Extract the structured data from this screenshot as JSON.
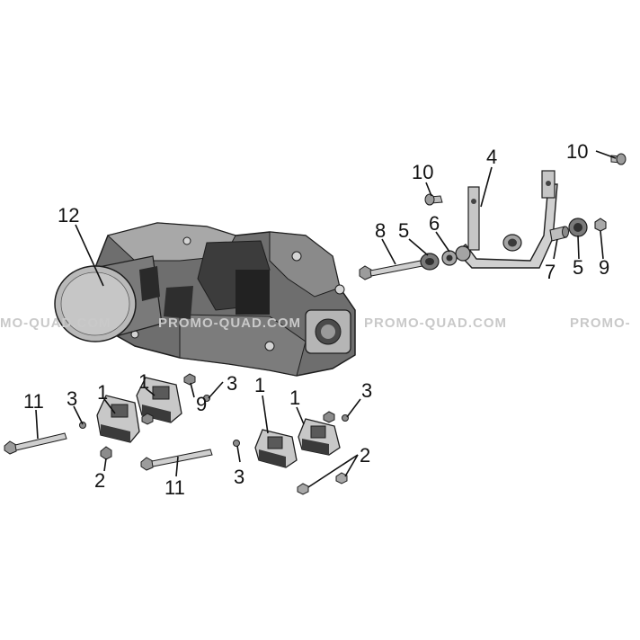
{
  "diagram": {
    "callouts": {
      "c1a": "1",
      "c1b": "1",
      "c1c": "1",
      "c1d": "1",
      "c2a": "2",
      "c2b": "2",
      "c3a": "3",
      "c3b": "3",
      "c3c": "3",
      "c3d": "3",
      "c4": "4",
      "c5a": "5",
      "c5b": "5",
      "c6": "6",
      "c7": "7",
      "c8": "8",
      "c9a": "9",
      "c9b": "9",
      "c10a": "10",
      "c10b": "10",
      "c11a": "11",
      "c11b": "11",
      "c12": "12"
    },
    "watermark": {
      "w1": "MO-QUAD.COM",
      "w2": "PROMO-QUAD.COM",
      "w3": "PROMO-QUAD.COM",
      "w4": "PROMO-"
    },
    "colors": {
      "part_light": "#d4d4d4",
      "part_mid": "#9a9a9a",
      "part_dark": "#4a4a4a",
      "outline": "#1e1e1e",
      "watermark": "#c9c9c9"
    }
  }
}
